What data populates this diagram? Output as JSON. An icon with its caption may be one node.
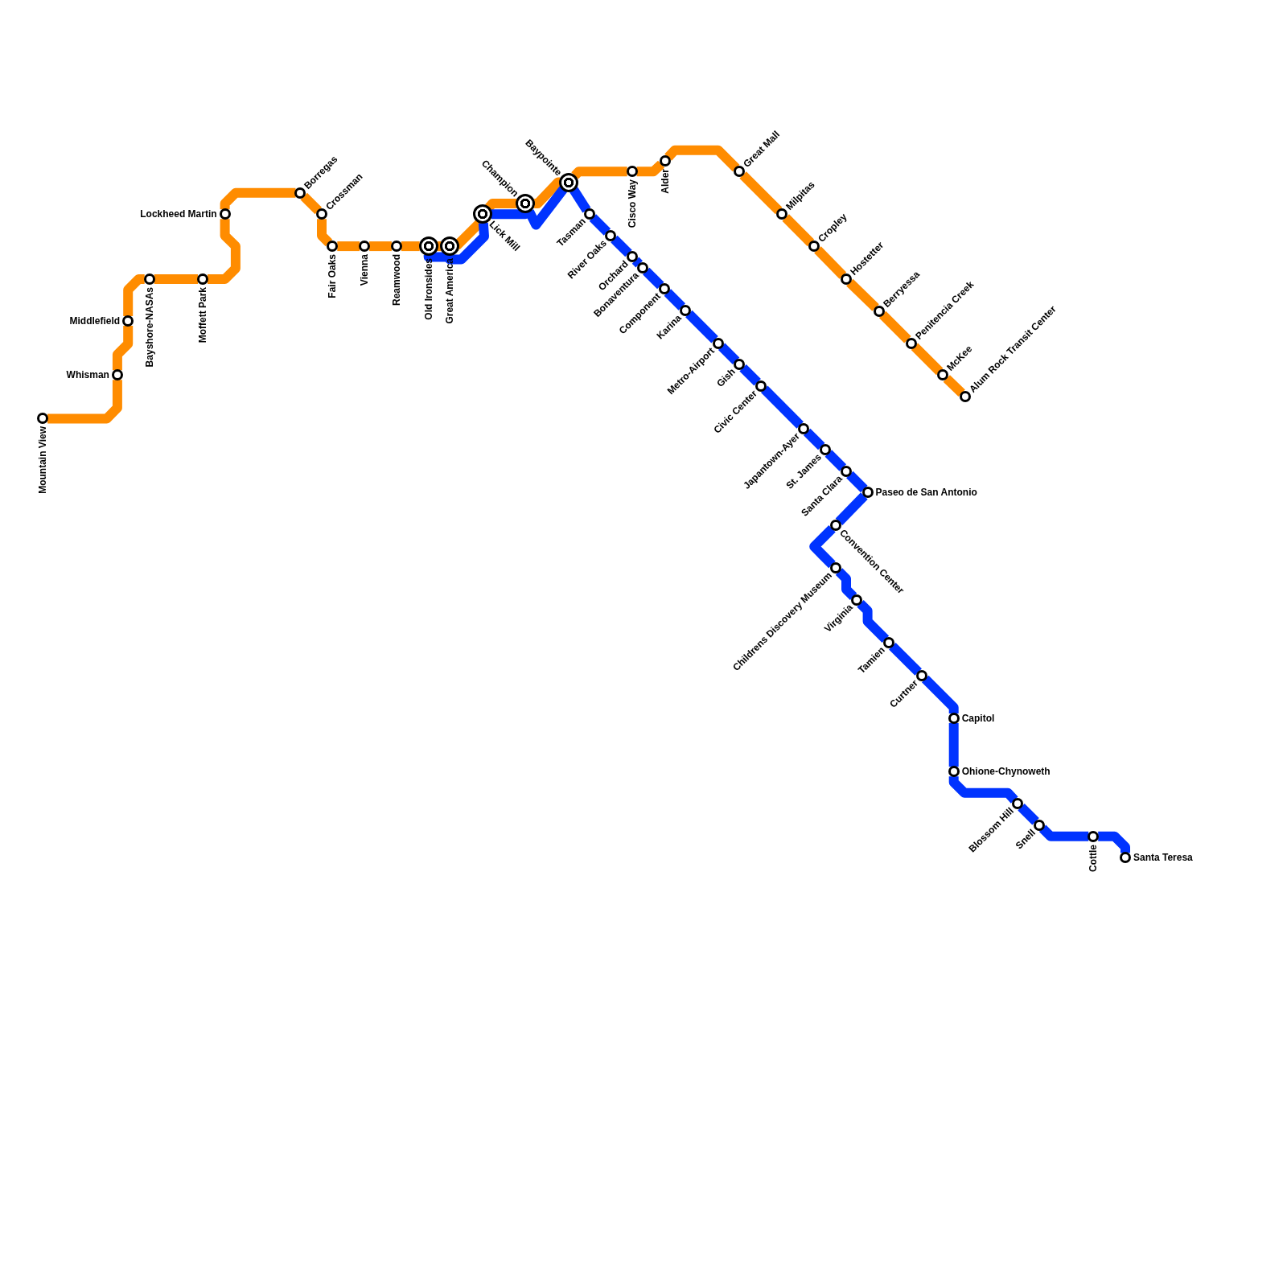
{
  "diagram": {
    "nodes": [
      {
        "text": [
          "Mountain View"
        ]
      },
      {
        "text": [
          "Whisman"
        ]
      },
      {
        "text": [
          "Middlefield"
        ]
      },
      {
        "text": [
          "Bayshore-NASAs"
        ]
      },
      {
        "text": [
          "Moffett Park"
        ]
      },
      {
        "text": [
          "Lockheed Martin"
        ]
      },
      {
        "text": [
          "Borregas"
        ]
      },
      {
        "text": [
          "Crossman"
        ]
      },
      {
        "text": [
          "Fair Oaks"
        ]
      },
      {
        "text": [
          "Vienna"
        ]
      },
      {
        "text": [
          "Reamwood"
        ]
      },
      {
        "text": [
          "Old Ironsides"
        ]
      },
      {
        "text": [
          "Great America"
        ]
      },
      {
        "text": [
          "Lick Mill"
        ]
      },
      {
        "text": [
          "Champion"
        ]
      },
      {
        "text": [
          "Baypointe"
        ]
      },
      {
        "text": [
          "Cisco Way"
        ]
      },
      {
        "text": [
          "Alder"
        ]
      },
      {
        "text": [
          "Great Mall"
        ]
      },
      {
        "text": [
          "Milpitas"
        ]
      },
      {
        "text": [
          "Cropley"
        ]
      },
      {
        "text": [
          "Hostetter"
        ]
      },
      {
        "text": [
          "Berryessa"
        ]
      },
      {
        "text": [
          "Penitencia Creek"
        ]
      },
      {
        "text": [
          "McKee"
        ]
      },
      {
        "text": [
          "Alum Rock Transit Center"
        ]
      },
      {
        "text": [
          "Tasman"
        ]
      },
      {
        "text": [
          "River Oaks"
        ]
      },
      {
        "text": [
          "Orchard"
        ]
      },
      {
        "text": [
          "Bonaventura"
        ]
      },
      {
        "text": [
          "Component"
        ]
      },
      {
        "text": [
          "Karina"
        ]
      },
      {
        "text": [
          "Metro-Airport"
        ]
      },
      {
        "text": [
          "Gish"
        ]
      },
      {
        "text": [
          "Civic Center"
        ]
      },
      {
        "text": [
          "Japantown-Ayer"
        ]
      },
      {
        "text": [
          "St. James"
        ]
      },
      {
        "text": [
          "Santa Clara"
        ]
      },
      {
        "text": [
          "Paseo de San Antonio"
        ]
      },
      {
        "text": [
          "Convention Center"
        ]
      },
      {
        "text": [
          "Childrens Discovery Museum"
        ]
      },
      {
        "text": [
          "Virginia"
        ]
      },
      {
        "text": [
          "Tamien"
        ]
      },
      {
        "text": [
          "Curtner"
        ]
      },
      {
        "text": [
          "Capitol"
        ]
      },
      {
        "text": [
          "Ohione-Chynoweth"
        ]
      },
      {
        "text": [
          "Blossom Hill"
        ]
      },
      {
        "text": [
          "Snell"
        ]
      },
      {
        "text": [
          "Cottle"
        ]
      },
      {
        "text": [
          "Santa Teresa"
        ]
      }
    ],
    "edges": [
      {
        "from": 0,
        "to": 1,
        "arrow": "none",
        "color": "#ff8c00"
      },
      {
        "from": 1,
        "to": 2,
        "arrow": "none",
        "color": "#ff8c00"
      },
      {
        "from": 2,
        "to": 3,
        "arrow": "none",
        "color": "#ff8c00"
      },
      {
        "from": 3,
        "to": 4,
        "arrow": "none",
        "color": "#ff8c00"
      },
      {
        "from": 4,
        "to": 5,
        "arrow": "none",
        "color": "#ff8c00"
      },
      {
        "from": 5,
        "to": 6,
        "arrow": "none",
        "color": "#ff8c00"
      },
      {
        "from": 6,
        "to": 7,
        "arrow": "none",
        "color": "#ff8c00"
      },
      {
        "from": 7,
        "to": 8,
        "arrow": "none",
        "color": "#ff8c00"
      },
      {
        "from": 8,
        "to": 9,
        "arrow": "none",
        "color": "#ff8c00"
      },
      {
        "from": 9,
        "to": 10,
        "arrow": "none",
        "color": "#ff8c00"
      },
      {
        "from": 10,
        "to": 11,
        "arrow": "none",
        "color": "#ff8c00"
      },
      {
        "from": 11,
        "to": 12,
        "arrow": "none",
        "color": "#ff8c00"
      },
      {
        "from": 12,
        "to": 13,
        "arrow": "none",
        "color": "#ff8c00"
      },
      {
        "from": 13,
        "to": 14,
        "arrow": "none",
        "color": "#ff8c00"
      },
      {
        "from": 14,
        "to": 15,
        "arrow": "none",
        "color": "#ff8c00"
      },
      {
        "from": 15,
        "to": 16,
        "arrow": "none",
        "color": "#ff8c00"
      },
      {
        "from": 16,
        "to": 17,
        "arrow": "none",
        "color": "#ff8c00"
      },
      {
        "from": 17,
        "to": 18,
        "arrow": "none",
        "color": "#ff8c00"
      },
      {
        "from": 18,
        "to": 19,
        "arrow": "none",
        "color": "#ff8c00"
      },
      {
        "from": 19,
        "to": 20,
        "arrow": "none",
        "color": "#ff8c00"
      },
      {
        "from": 20,
        "to": 21,
        "arrow": "none",
        "color": "#ff8c00"
      },
      {
        "from": 21,
        "to": 22,
        "arrow": "none",
        "color": "#ff8c00"
      },
      {
        "from": 22,
        "to": 23,
        "arrow": "none",
        "color": "#ff8c00"
      },
      {
        "from": 23,
        "to": 24,
        "arrow": "none",
        "color": "#ff8c00"
      },
      {
        "from": 24,
        "to": 25,
        "arrow": "none",
        "color": "#ff8c00"
      },
      {
        "from": 11,
        "to": 12,
        "arrow": "none",
        "color": "#0033ff"
      },
      {
        "from": 12,
        "to": 13,
        "arrow": "none",
        "color": "#0033ff"
      },
      {
        "from": 13,
        "to": 14,
        "arrow": "none",
        "color": "#0033ff"
      },
      {
        "from": 14,
        "to": 15,
        "arrow": "none",
        "color": "#0033ff"
      },
      {
        "from": 15,
        "to": 26,
        "arrow": "none",
        "color": "#0033ff"
      },
      {
        "from": 26,
        "to": 27,
        "arrow": "none",
        "color": "#0033ff"
      },
      {
        "from": 27,
        "to": 28,
        "arrow": "none",
        "color": "#0033ff"
      },
      {
        "from": 28,
        "to": 29,
        "arrow": "none",
        "color": "#0033ff"
      },
      {
        "from": 29,
        "to": 30,
        "arrow": "none",
        "color": "#0033ff"
      },
      {
        "from": 30,
        "to": 31,
        "arrow": "none",
        "color": "#0033ff"
      },
      {
        "from": 31,
        "to": 32,
        "arrow": "none",
        "color": "#0033ff"
      },
      {
        "from": 32,
        "to": 33,
        "arrow": "none",
        "color": "#0033ff"
      },
      {
        "from": 33,
        "to": 34,
        "arrow": "none",
        "color": "#0033ff"
      },
      {
        "from": 34,
        "to": 35,
        "arrow": "none",
        "color": "#0033ff"
      },
      {
        "from": 35,
        "to": 36,
        "arrow": "none",
        "color": "#0033ff"
      },
      {
        "from": 36,
        "to": 37,
        "arrow": "none",
        "color": "#0033ff"
      },
      {
        "from": 37,
        "to": 38,
        "arrow": "none",
        "color": "#0033ff"
      },
      {
        "from": 38,
        "to": 39,
        "arrow": "none",
        "color": "#0033ff"
      },
      {
        "from": 39,
        "to": 40,
        "arrow": "none",
        "color": "#0033ff"
      },
      {
        "from": 40,
        "to": 41,
        "arrow": "none",
        "color": "#0033ff"
      },
      {
        "from": 41,
        "to": 42,
        "arrow": "none",
        "color": "#0033ff"
      },
      {
        "from": 42,
        "to": 43,
        "arrow": "none",
        "color": "#0033ff"
      },
      {
        "from": 43,
        "to": 44,
        "arrow": "none",
        "color": "#0033ff"
      },
      {
        "from": 44,
        "to": 45,
        "arrow": "none",
        "color": "#0033ff"
      },
      {
        "from": 45,
        "to": 46,
        "arrow": "none",
        "color": "#0033ff"
      },
      {
        "from": 46,
        "to": 47,
        "arrow": "none",
        "color": "#0033ff"
      },
      {
        "from": 47,
        "to": 48,
        "arrow": "none",
        "color": "#0033ff"
      },
      {
        "from": 48,
        "to": 49,
        "arrow": "none",
        "color": "#0033ff"
      }
    ]
  }
}
